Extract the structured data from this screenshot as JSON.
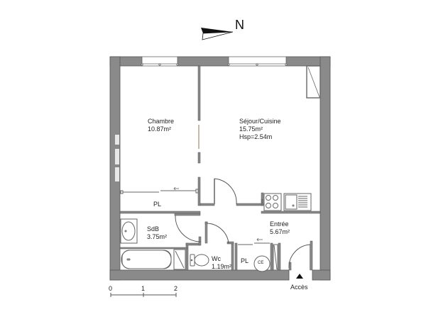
{
  "compass": {
    "label": "N",
    "icon": "north-arrow-icon"
  },
  "rooms": [
    {
      "id": "chambre",
      "name": "Chambre",
      "area": "10.87m²"
    },
    {
      "id": "sejour",
      "name": "Séjour/Cuisine",
      "area": "15.75m²",
      "height": "Hsp=2.54m"
    },
    {
      "id": "pl1",
      "name": "PL"
    },
    {
      "id": "sdb",
      "name": "SdB",
      "area": "3.75m²"
    },
    {
      "id": "entree",
      "name": "Entrée",
      "area": "5.67m²"
    },
    {
      "id": "wc",
      "name": "Wc",
      "area": "1.19m²"
    },
    {
      "id": "pl2",
      "name": "PL"
    }
  ],
  "fixtures": {
    "ce": "CE"
  },
  "access": {
    "label": "Accès"
  },
  "scale": {
    "ticks": [
      "0",
      "1",
      "2"
    ]
  },
  "colors": {
    "wall": "#8a8a8a",
    "wall_stroke": "#555555",
    "line": "#666666",
    "background": "#ffffff"
  }
}
